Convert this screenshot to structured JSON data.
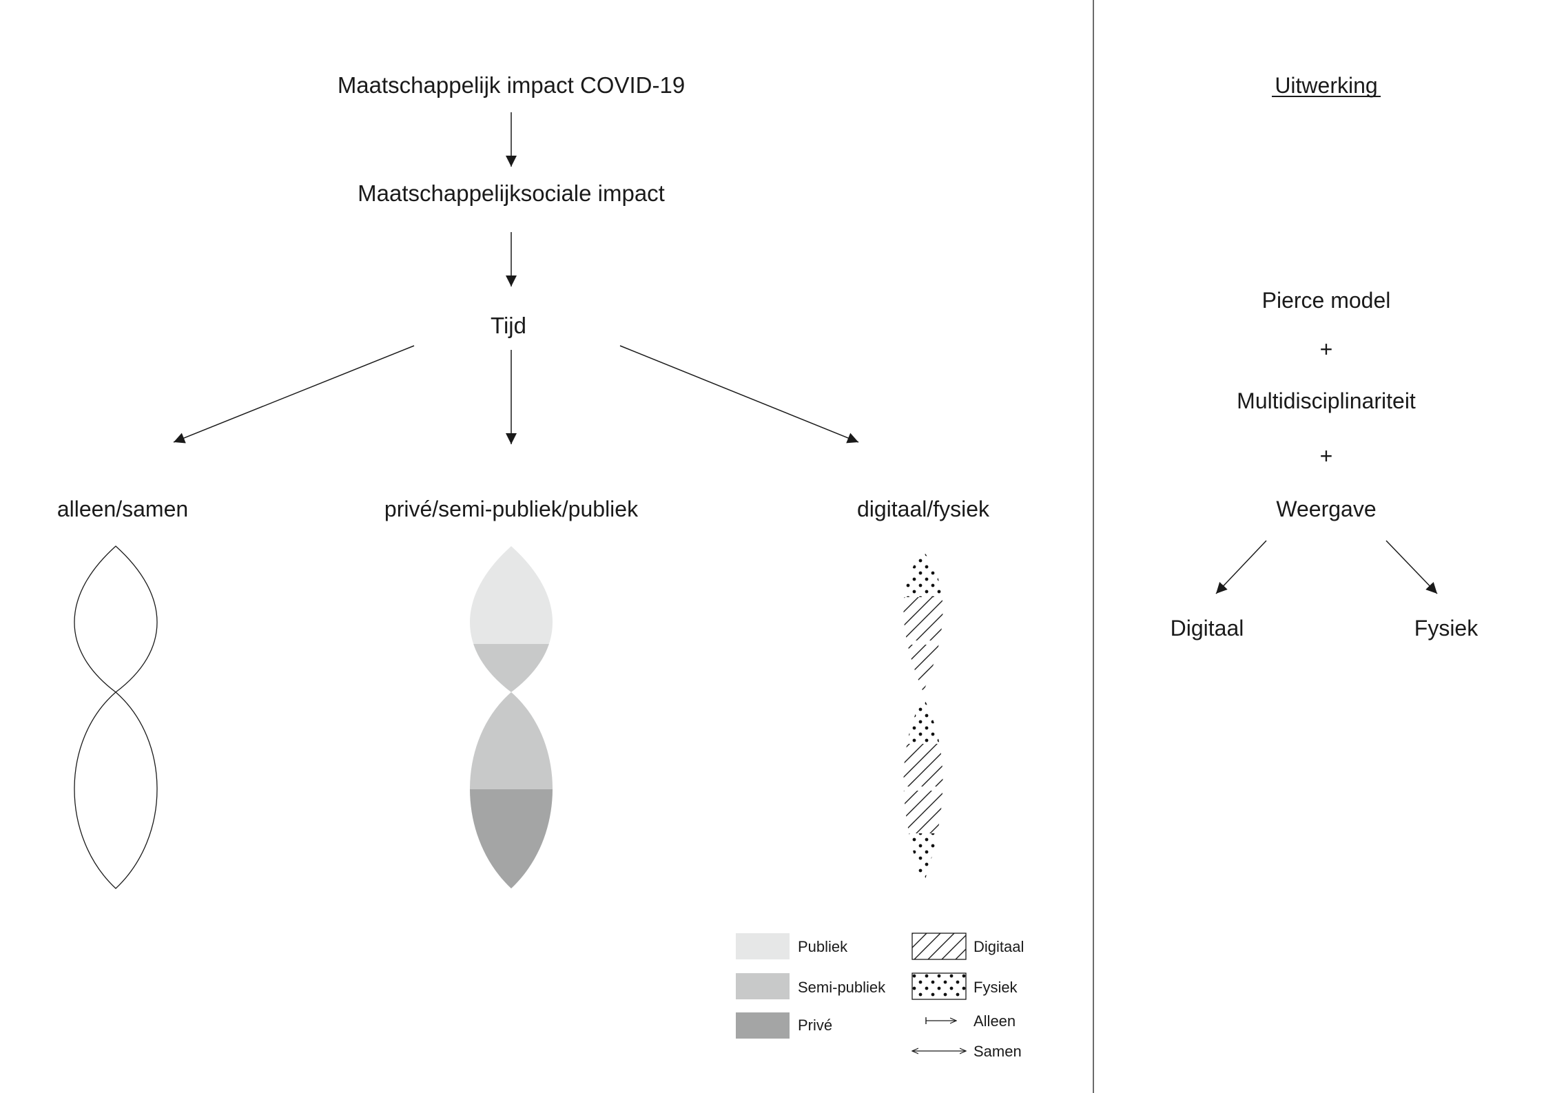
{
  "main_flow": {
    "title": "Maatschappelijk impact COVID-19",
    "sub": "Maatschappelijksociale impact",
    "time": "Tijd"
  },
  "branches": {
    "alone_together": "alleen/samen",
    "privacy": "privé/semi-publiek/publiek",
    "digital_physical": "digitaal/fysiek"
  },
  "right_panel": {
    "heading": "Uitwerking",
    "model": "Pierce model",
    "plus1": "+",
    "multi": "Multidisciplinariteit",
    "plus2": "+",
    "display": "Weergave",
    "digital": "Digitaal",
    "physical": "Fysiek"
  },
  "legend": {
    "public": "Publiek",
    "semi_public": "Semi-publiek",
    "private": "Privé",
    "digital": "Digitaal",
    "physical": "Fysiek",
    "alone": "Alleen",
    "together": "Samen"
  },
  "colors": {
    "public": "#e6e7e7",
    "semi_public": "#c8c9c9",
    "private": "#a4a5a5",
    "line": "#1a1a1a"
  }
}
